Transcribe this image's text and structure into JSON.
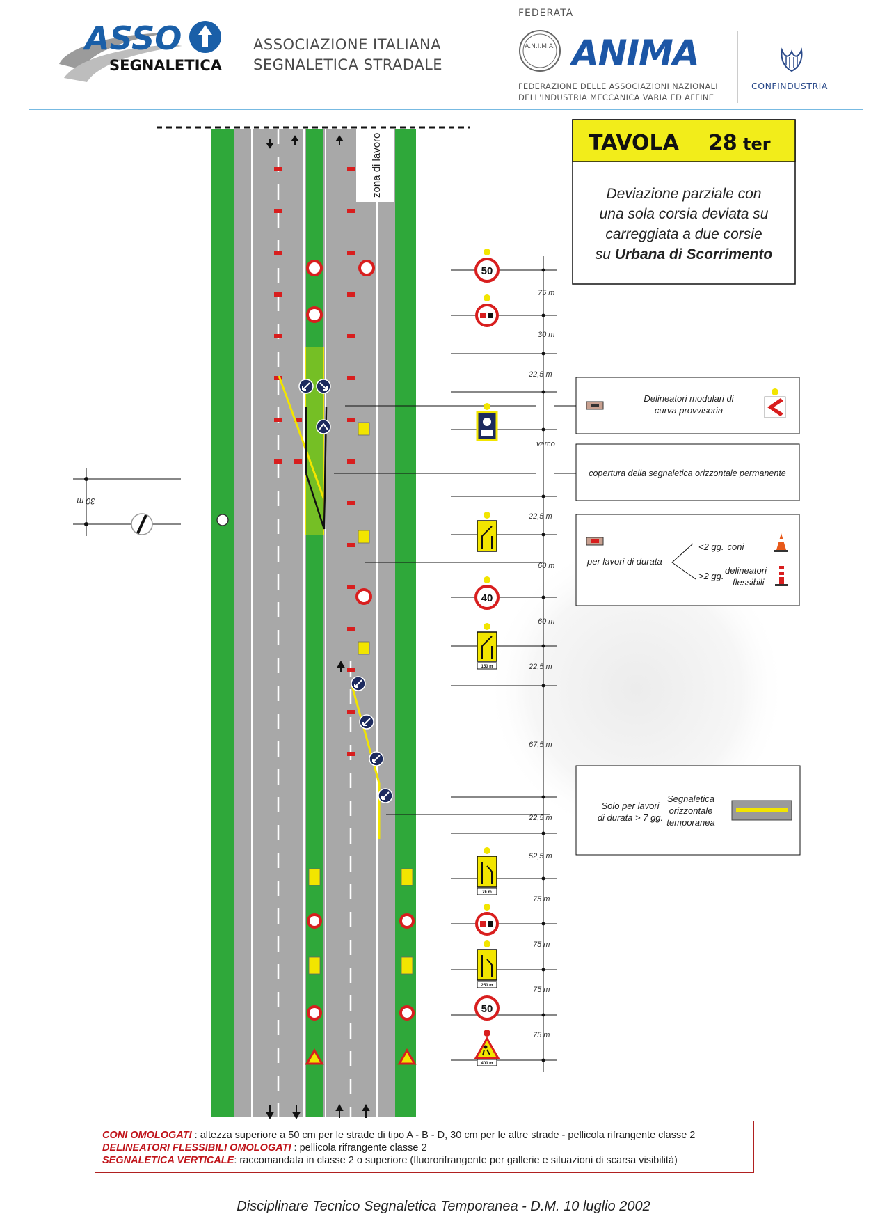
{
  "header": {
    "asso_logo": "ASSO",
    "asso_sub": "SEGNALETICA",
    "association_line1": "ASSOCIAZIONE ITALIANA",
    "association_line2": "SEGNALETICA STRADALE",
    "federata": "FEDERATA",
    "anima_seal": "A.N.I.M.A.",
    "anima_logo": "ANIMA",
    "federation_line1": "FEDERAZIONE DELLE ASSOCIAZIONI NAZIONALI",
    "federation_line2": "DELL'INDUSTRIA MECCANICA VARIA ED AFFINE",
    "confindustria": "CONFINDUSTRIA"
  },
  "title_box": {
    "tavola": "TAVOLA",
    "number": "28",
    "suffix": "ter",
    "desc_line1": "Deviazione parziale con",
    "desc_line2": "una sola corsia deviata su",
    "desc_line3": "carreggiata a due corsie",
    "desc_line4_prefix": "su ",
    "desc_line4_bold": "Urbana di Scorrimento"
  },
  "road": {
    "work_zone_label": "zona di lavoro",
    "left_distance_label": "30 m"
  },
  "distances": [
    "75 m",
    "30 m",
    "22,5 m",
    "varco",
    "22,5 m",
    "60 m",
    "60 m",
    "22,5 m",
    "67,5 m",
    "22,5 m",
    "52,5 m",
    "75 m",
    "75 m",
    "75 m",
    "75 m"
  ],
  "signs": {
    "speed_top": "50",
    "speed_mid": "40",
    "speed_bottom": "50",
    "panel_150": "150 m",
    "panel_75": "75 m",
    "panel_250": "250 m",
    "panel_400": "400 m"
  },
  "legend": {
    "delineatori_line1": "Delineatori modulari di",
    "delineatori_line2": "curva provvisoria",
    "copertura": "copertura della segnaletica orizzontale permanente",
    "per_lavori": "per lavori di durata",
    "lt2": "<2 gg.",
    "coni": "coni",
    "gt2": ">2 gg.",
    "delineatori_flex_1": "delineatori",
    "delineatori_flex_2": "flessibili",
    "solo_line1": "Solo per lavori",
    "solo_line2": "di durata > 7 gg.",
    "segn_line1": "Segnaletica",
    "segn_line2": "orizzontale",
    "segn_line3": "temporanea"
  },
  "notes": {
    "coni_label": "CONI OMOLOGATI",
    "coni_text": " : altezza superiore a 50 cm per le strade di tipo A - B - D, 30 cm per le altre strade - pellicola rifrangente classe 2",
    "delin_label": "DELINEATORI FLESSIBILI OMOLOGATI",
    "delin_text": " :  pellicola rifrangente classe 2",
    "segn_label": "SEGNALETICA VERTICALE",
    "segn_text": ": raccomandata in classe 2 o superiore (fluororifrangente per gallerie e situazioni di scarsa visibilità)"
  },
  "footer": "Disciplinare Tecnico Segnaletica Temporanea - D.M.  10 luglio 2002",
  "colors": {
    "green": "#2fa83a",
    "asphalt": "#a8a8a8",
    "yellow": "#f2e500",
    "red": "#d81e1e",
    "navy": "#1c2a5e",
    "asso_blue": "#1a5fa8",
    "anima_blue": "#1c56a6"
  }
}
